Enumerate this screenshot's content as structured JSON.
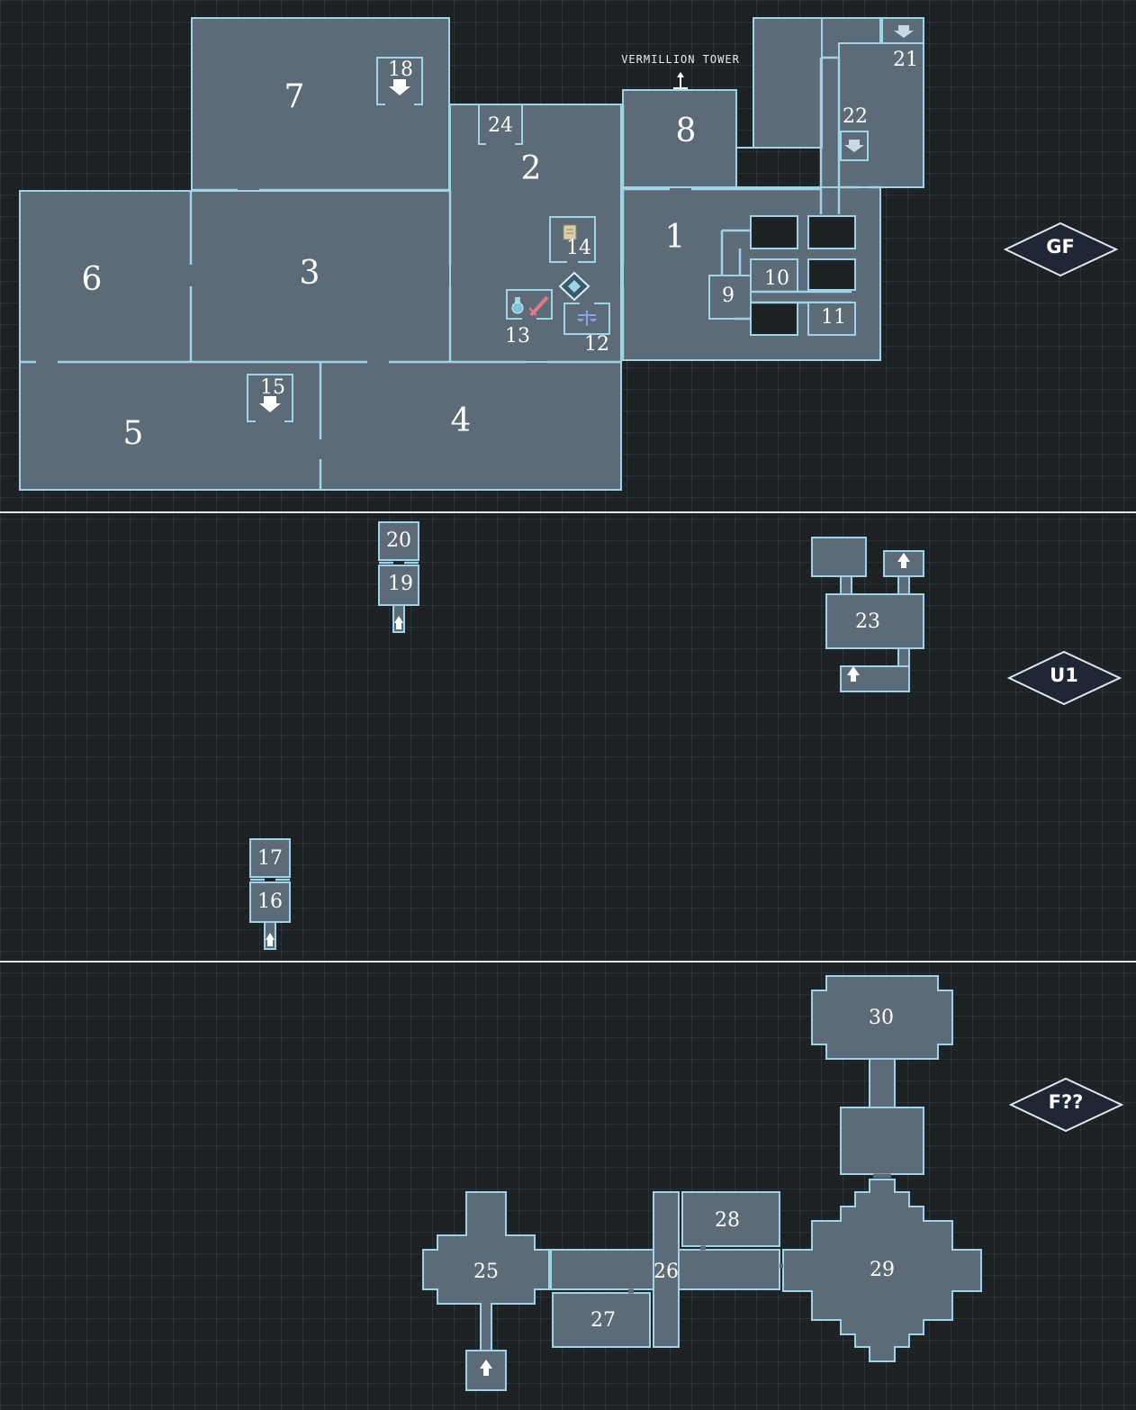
{
  "map": {
    "tower_label": "VERMILLION TOWER",
    "floors": [
      {
        "id": "gf",
        "badge": "GF"
      },
      {
        "id": "u1",
        "badge": "U1"
      },
      {
        "id": "fqq",
        "badge": "F??"
      }
    ],
    "rooms": [
      "1",
      "2",
      "3",
      "4",
      "5",
      "6",
      "7",
      "8",
      "9",
      "10",
      "11",
      "12",
      "13",
      "14",
      "15",
      "16",
      "17",
      "18",
      "19",
      "20",
      "21",
      "22",
      "23",
      "24",
      "25",
      "26",
      "27",
      "28",
      "29",
      "30"
    ],
    "icons": [
      "scroll-icon",
      "save-point-icon",
      "potion-icon",
      "sword-icon",
      "scales-icon",
      "stairs-down-icon",
      "stairs-up-icon"
    ],
    "colors": {
      "background": "#1f2224",
      "room_fill": "#5d6a77",
      "wall": "#9fd4e8",
      "badge": "#1e2733"
    }
  }
}
